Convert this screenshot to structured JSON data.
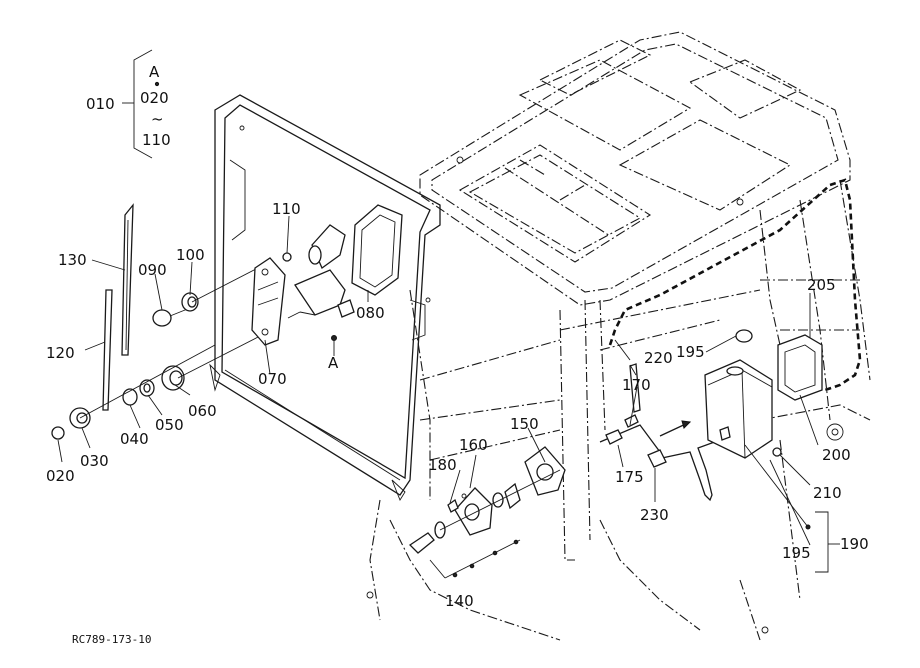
{
  "drawing_id": "RC789-173-10",
  "bracket_group": {
    "main": "010",
    "top": "A",
    "mid": "020",
    "range_symbol": "~",
    "bottom": "110"
  },
  "callouts": [
    {
      "id": "p130",
      "label": "130"
    },
    {
      "id": "p090",
      "label": "090"
    },
    {
      "id": "p100",
      "label": "100"
    },
    {
      "id": "p110",
      "label": "110"
    },
    {
      "id": "p120",
      "label": "120"
    },
    {
      "id": "p070",
      "label": "070"
    },
    {
      "id": "p080",
      "label": "080"
    },
    {
      "id": "pA",
      "label": "A"
    },
    {
      "id": "p060",
      "label": "060"
    },
    {
      "id": "p050",
      "label": "050"
    },
    {
      "id": "p040",
      "label": "040"
    },
    {
      "id": "p030",
      "label": "030"
    },
    {
      "id": "p020",
      "label": "020"
    },
    {
      "id": "p150",
      "label": "150"
    },
    {
      "id": "p160",
      "label": "160"
    },
    {
      "id": "p180",
      "label": "180"
    },
    {
      "id": "p140",
      "label": "140"
    },
    {
      "id": "p175",
      "label": "175"
    },
    {
      "id": "p170",
      "label": "170"
    },
    {
      "id": "p220",
      "label": "220"
    },
    {
      "id": "p195a",
      "label": "195"
    },
    {
      "id": "p205",
      "label": "205"
    },
    {
      "id": "p230",
      "label": "230"
    },
    {
      "id": "p200",
      "label": "200"
    },
    {
      "id": "p210",
      "label": "210"
    },
    {
      "id": "p195b",
      "label": "195"
    },
    {
      "id": "p190",
      "label": "190"
    }
  ]
}
